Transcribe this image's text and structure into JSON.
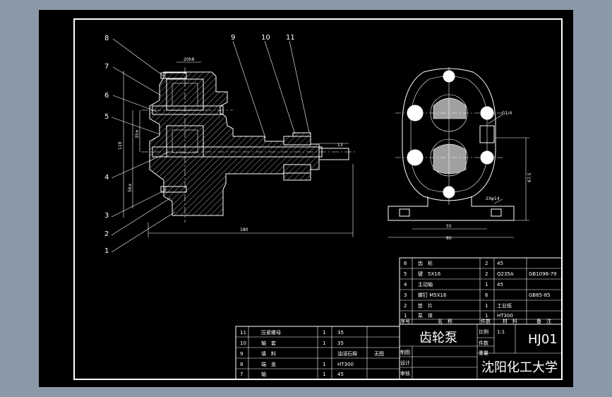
{
  "balloons": [
    "1",
    "2",
    "3",
    "4",
    "5",
    "6",
    "7",
    "8",
    "9",
    "10",
    "11"
  ],
  "dims": {
    "d_top": "20h8",
    "d_length": "180",
    "d_shaft": "13",
    "d_left_a": "119",
    "d_left_b": "56±",
    "d_left_c": "35±",
    "d_right_w": "80",
    "d_right_w2": "55",
    "d_right_h": "67.5",
    "d_thread": "G1/4",
    "d_holes": "2Xφ14"
  },
  "parts_lower": [
    {
      "no": "11",
      "name": "压紧螺母",
      "qty": "1",
      "mat": "35",
      "note": ""
    },
    {
      "no": "10",
      "name": "轴　套",
      "qty": "1",
      "mat": "35",
      "note": ""
    },
    {
      "no": "9",
      "name": "填　料",
      "qty": "",
      "mat": "油浸石棉",
      "note": "无图"
    },
    {
      "no": "8",
      "name": "端　盖",
      "qty": "1",
      "mat": "HT300",
      "note": ""
    },
    {
      "no": "7",
      "name": "轴",
      "qty": "1",
      "mat": "45",
      "note": ""
    }
  ],
  "parts_upper": [
    {
      "no": "6",
      "name": "齿　轮",
      "qty": "2",
      "mat": "45",
      "note": ""
    },
    {
      "no": "5",
      "name": "键　5X16",
      "qty": "2",
      "mat": "Q235A",
      "note": "GB1096-79"
    },
    {
      "no": "4",
      "name": "主动轴",
      "qty": "1",
      "mat": "45",
      "note": ""
    },
    {
      "no": "3",
      "name": "螺钉 M5X16",
      "qty": "6",
      "mat": "",
      "note": "GB65-85"
    },
    {
      "no": "2",
      "name": "垫　片",
      "qty": "1",
      "mat": "工业纸",
      "note": ""
    },
    {
      "no": "1",
      "name": "泵　体",
      "qty": "1",
      "mat": "HT300",
      "note": ""
    }
  ],
  "header": {
    "no": "序号",
    "name": "名　称",
    "qty": "件数",
    "mat": "材　料",
    "note": "备　注"
  },
  "title_block": {
    "title": "齿轮泵",
    "scale_label": "比例",
    "scale_value": "1:1",
    "count_label": "件数",
    "code": "HJ01",
    "weight_label": "重量",
    "draw_label": "制图",
    "design_label": "设计",
    "check_label": "审核",
    "school": "沈阳化工大学"
  }
}
